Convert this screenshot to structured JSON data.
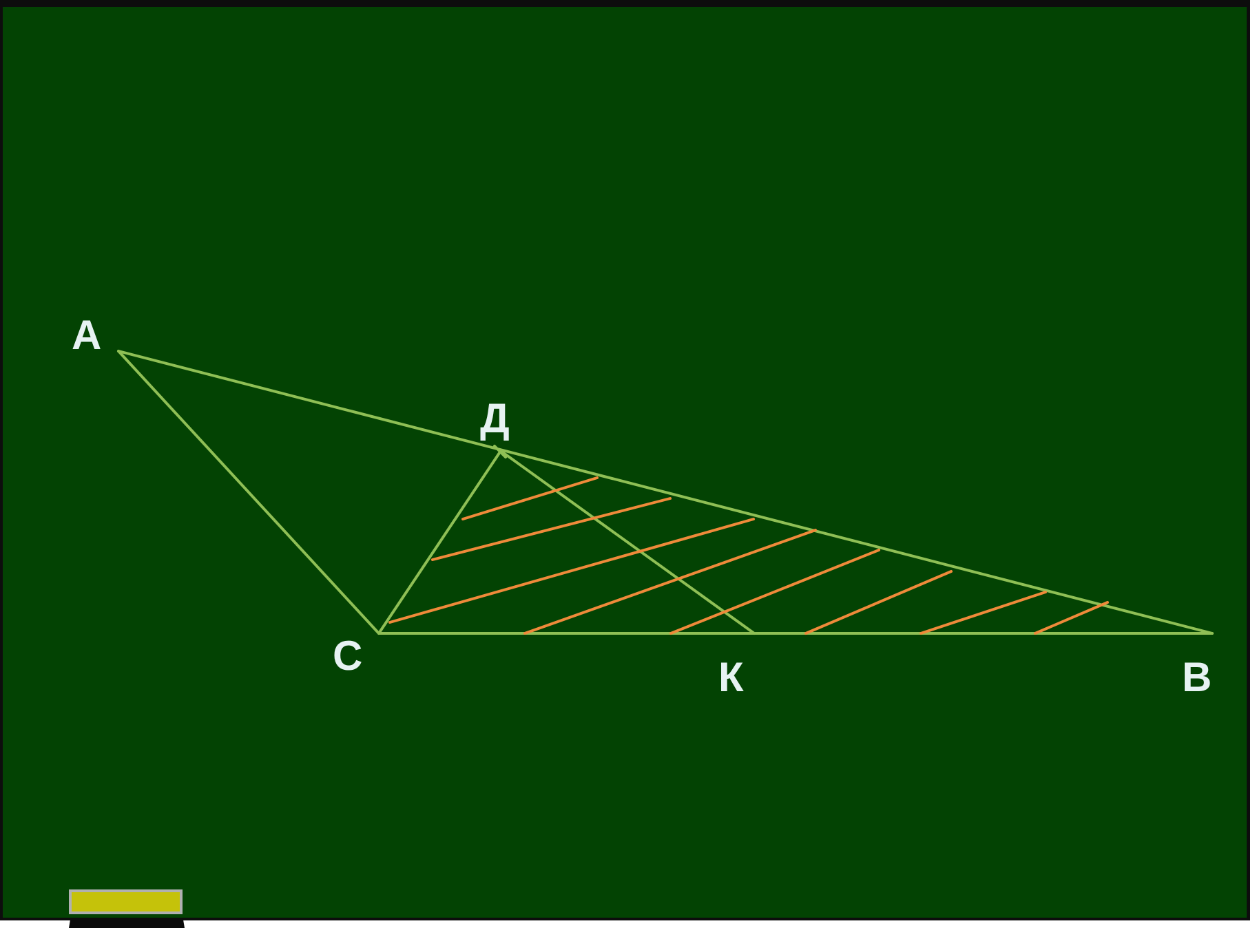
{
  "labels": {
    "A": "А",
    "D": "Д",
    "C": "С",
    "K": "К",
    "B": "В"
  },
  "colors": {
    "board": "#034303",
    "frame_edge": "#0d0d0d",
    "triangle_lines": "#8fbf55",
    "hatch_lines": "#ef8a3a",
    "label_text": "#e6f2f2",
    "eraser_felt": "#c5c20a",
    "eraser_base": "#0a0a0a"
  },
  "icons": {
    "eraser": "chalkboard-eraser-icon"
  }
}
